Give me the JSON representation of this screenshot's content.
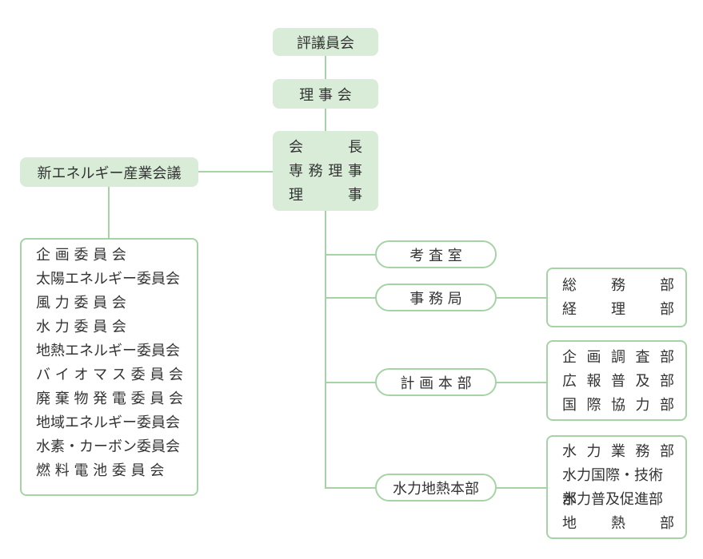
{
  "top": {
    "council": "評議員会",
    "board": "理 事 会",
    "executives": [
      [
        "会",
        "長"
      ],
      [
        "専",
        "務",
        "理",
        "事"
      ],
      [
        "理",
        "事"
      ]
    ]
  },
  "conference": {
    "title": "新エネルギー産業会議",
    "committees": [
      "企 画 委 員 会",
      "太陽エネルギー委員会",
      "風 力 委 員 会",
      "水 力 委 員 会",
      "地熱エネルギー委員会",
      "バ イ オ マ ス 委 員 会",
      "廃 棄 物 発 電 委 員 会",
      "地域エネルギー委員会",
      "水素・カーボン委員会",
      "燃 料 電 池 委 員 会"
    ]
  },
  "units": {
    "audit": "考 査 室",
    "secretariat": "事 務 局",
    "planning": "計 画 本 部",
    "hydro": "水力地熱本部"
  },
  "departments": {
    "secretariat": [
      [
        "総",
        "務",
        "部"
      ],
      [
        "経",
        "理",
        "部"
      ]
    ],
    "planning": [
      [
        "企",
        "画",
        "調",
        "査",
        "部"
      ],
      [
        "広",
        "報",
        "普",
        "及",
        "部"
      ],
      [
        "国",
        "際",
        "協",
        "力",
        "部"
      ]
    ],
    "hydro": [
      [
        "水",
        "力",
        "業",
        "務",
        "部"
      ],
      "水力国際・技術部",
      "水力普及促進部",
      [
        "地",
        "熱",
        "部"
      ]
    ]
  },
  "colors": {
    "fill": "#d8ecd8",
    "border": "#a6d3a6",
    "text": "#333333"
  }
}
